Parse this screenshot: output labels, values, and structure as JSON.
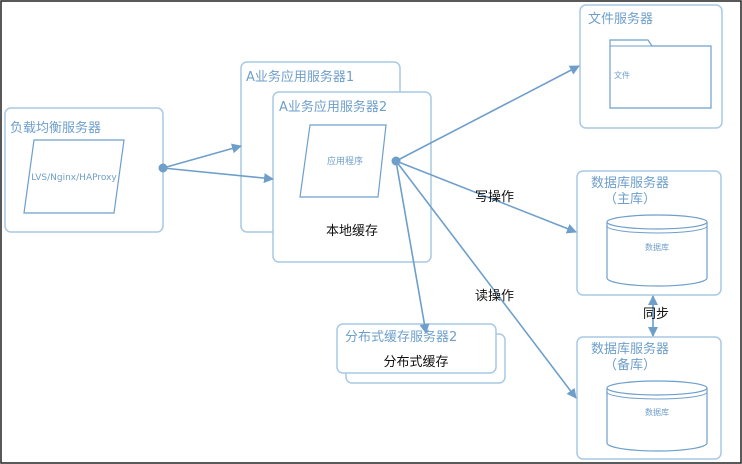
{
  "diagram": {
    "load_balancer": {
      "title": "负载均衡服务器",
      "inner": "LVS/Nginx/HAProxy"
    },
    "app_server_1": {
      "title": "A业务应用服务器1"
    },
    "app_server_2": {
      "title": "A业务应用服务器2",
      "inner": "应用程序",
      "note": "本地缓存"
    },
    "file_server": {
      "title": "文件服务器",
      "inner": "文件"
    },
    "db_master": {
      "title_line1": "数据库服务器",
      "title_line2": "（主库）",
      "inner": "数据库"
    },
    "db_slave": {
      "title_line1": "数据库服务器",
      "title_line2": "（备库）",
      "inner": "数据库"
    },
    "cache_server": {
      "title": "分布式缓存服务器2",
      "inner": "分布式缓存"
    },
    "edge_labels": {
      "write": "写操作",
      "read": "读操作",
      "sync": "同步"
    }
  },
  "colors": {
    "line": "#6e9fcb",
    "border": "#a9c8e4"
  }
}
